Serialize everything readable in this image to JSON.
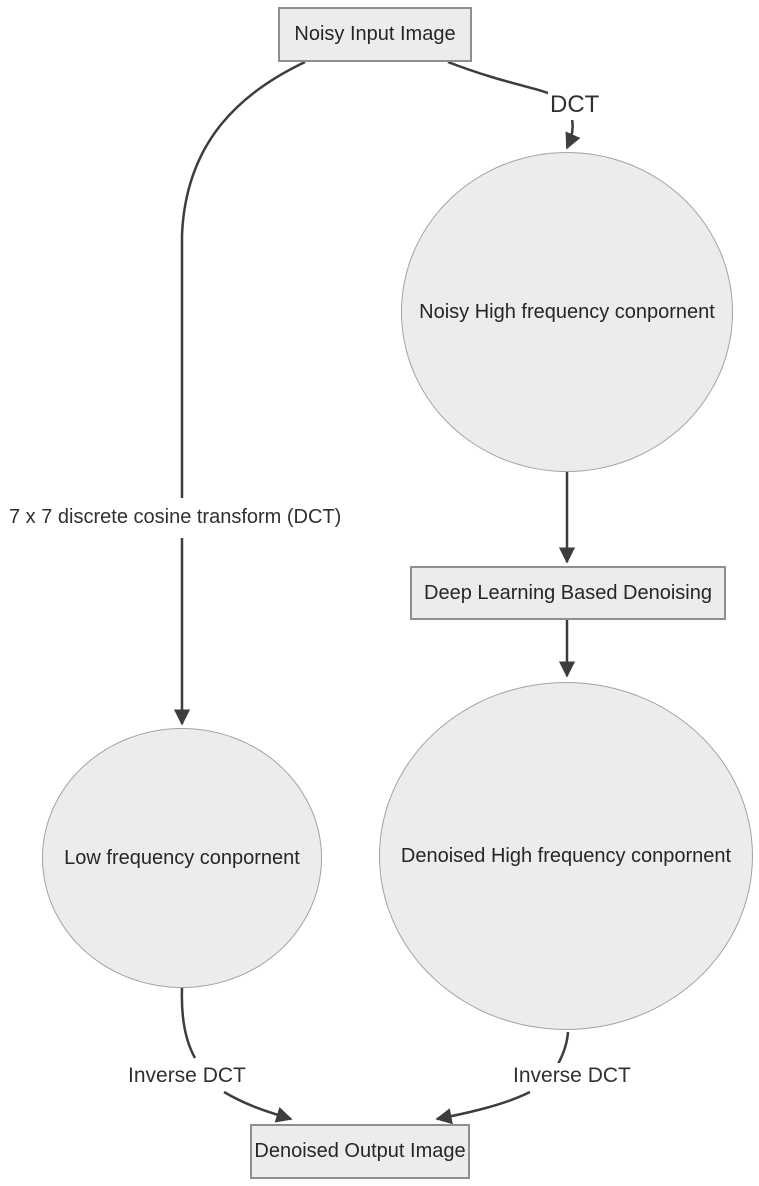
{
  "diagram": {
    "background": "#ffffff",
    "colors": {
      "node_fill": "#ececec",
      "rect_border": "#8f8f8f",
      "ellipse_border": "#a3a3a3",
      "arrow": "#3d3d3d",
      "node_text": "#262626",
      "edge_text": "#303030"
    },
    "nodes": [
      {
        "id": "noisy_input",
        "label": "Noisy Input Image",
        "shape": "rect"
      },
      {
        "id": "noisy_high",
        "label": "Noisy High frequency conpornent",
        "shape": "ellipse"
      },
      {
        "id": "denoising",
        "label": "Deep Learning Based Denoising",
        "shape": "rect"
      },
      {
        "id": "low_freq",
        "label": "Low frequency conpornent",
        "shape": "ellipse"
      },
      {
        "id": "denoised_high",
        "label": "Denoised High frequency conpornent",
        "shape": "ellipse"
      },
      {
        "id": "output",
        "label": "Denoised Output Image",
        "shape": "rect"
      }
    ],
    "edges": [
      {
        "from": "noisy_input",
        "to": "low_freq",
        "label": "7 x 7 discrete cosine transform (DCT)"
      },
      {
        "from": "noisy_input",
        "to": "noisy_high",
        "label": "DCT"
      },
      {
        "from": "noisy_high",
        "to": "denoising",
        "label": ""
      },
      {
        "from": "denoising",
        "to": "denoised_high",
        "label": ""
      },
      {
        "from": "low_freq",
        "to": "output",
        "label": "Inverse DCT"
      },
      {
        "from": "denoised_high",
        "to": "output",
        "label": "Inverse DCT"
      }
    ]
  }
}
